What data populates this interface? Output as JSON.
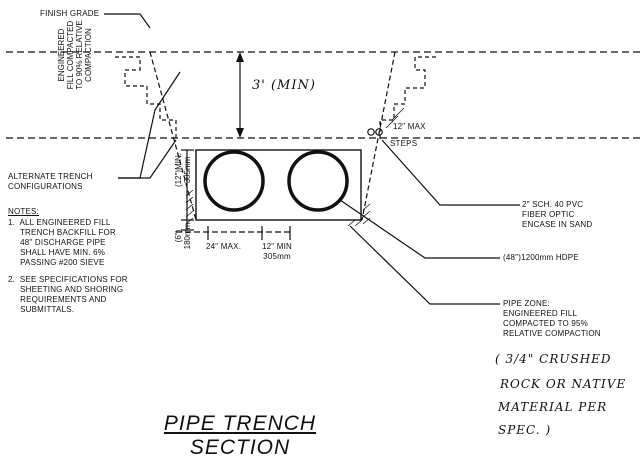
{
  "title": {
    "line1": "PIPE TRENCH",
    "line2": "SECTION"
  },
  "labels": {
    "finish_grade": "FINISH GRADE",
    "engineered_fill": "ENGINEERED\nFILL COMPACTED\nTO 90% RELATIVE\nCOMPACTION",
    "depth": "3' (MIN)",
    "max_12": "12\" MAX",
    "steps": "STEPS",
    "alternate_trench": "ALTERNATE TRENCH\nCONFIGURATIONS",
    "pvc": "2\" SCH. 40 PVC\nFIBER OPTIC\nENCASE IN SAND",
    "hdpe": "(48\")1200mm HDPE",
    "pipe_zone": "PIPE ZONE:\nENGINEERED FILL\nCOMPACTED TO 95%\nRELATIVE COMPACTION",
    "dim_12_min_vert": "(12\")MIN.\n305mm",
    "dim_6_vert": "(6\")\n180mm",
    "dim_24_max": "24\" MAX.",
    "dim_12_min_horiz": "12\" MIN\n305mm"
  },
  "notes": {
    "heading": "NOTES:",
    "note1": "1.  ALL ENGINEERED FILL\n     TRENCH BACKFILL FOR\n     48\" DISCHARGE PIPE\n     SHALL HAVE MIN. 6%\n     PASSING #200 SIEVE",
    "note2": "2.  SEE SPECIFICATIONS FOR\n     SHEETING AND SHORING\n     REQUIREMENTS AND\n     SUBMITTALS."
  },
  "handwritten": {
    "line1": "( 3/4\" CRUSHED",
    "line2": "ROCK OR NATIVE",
    "line3": "MATERIAL PER",
    "line4": "SPEC. )"
  }
}
